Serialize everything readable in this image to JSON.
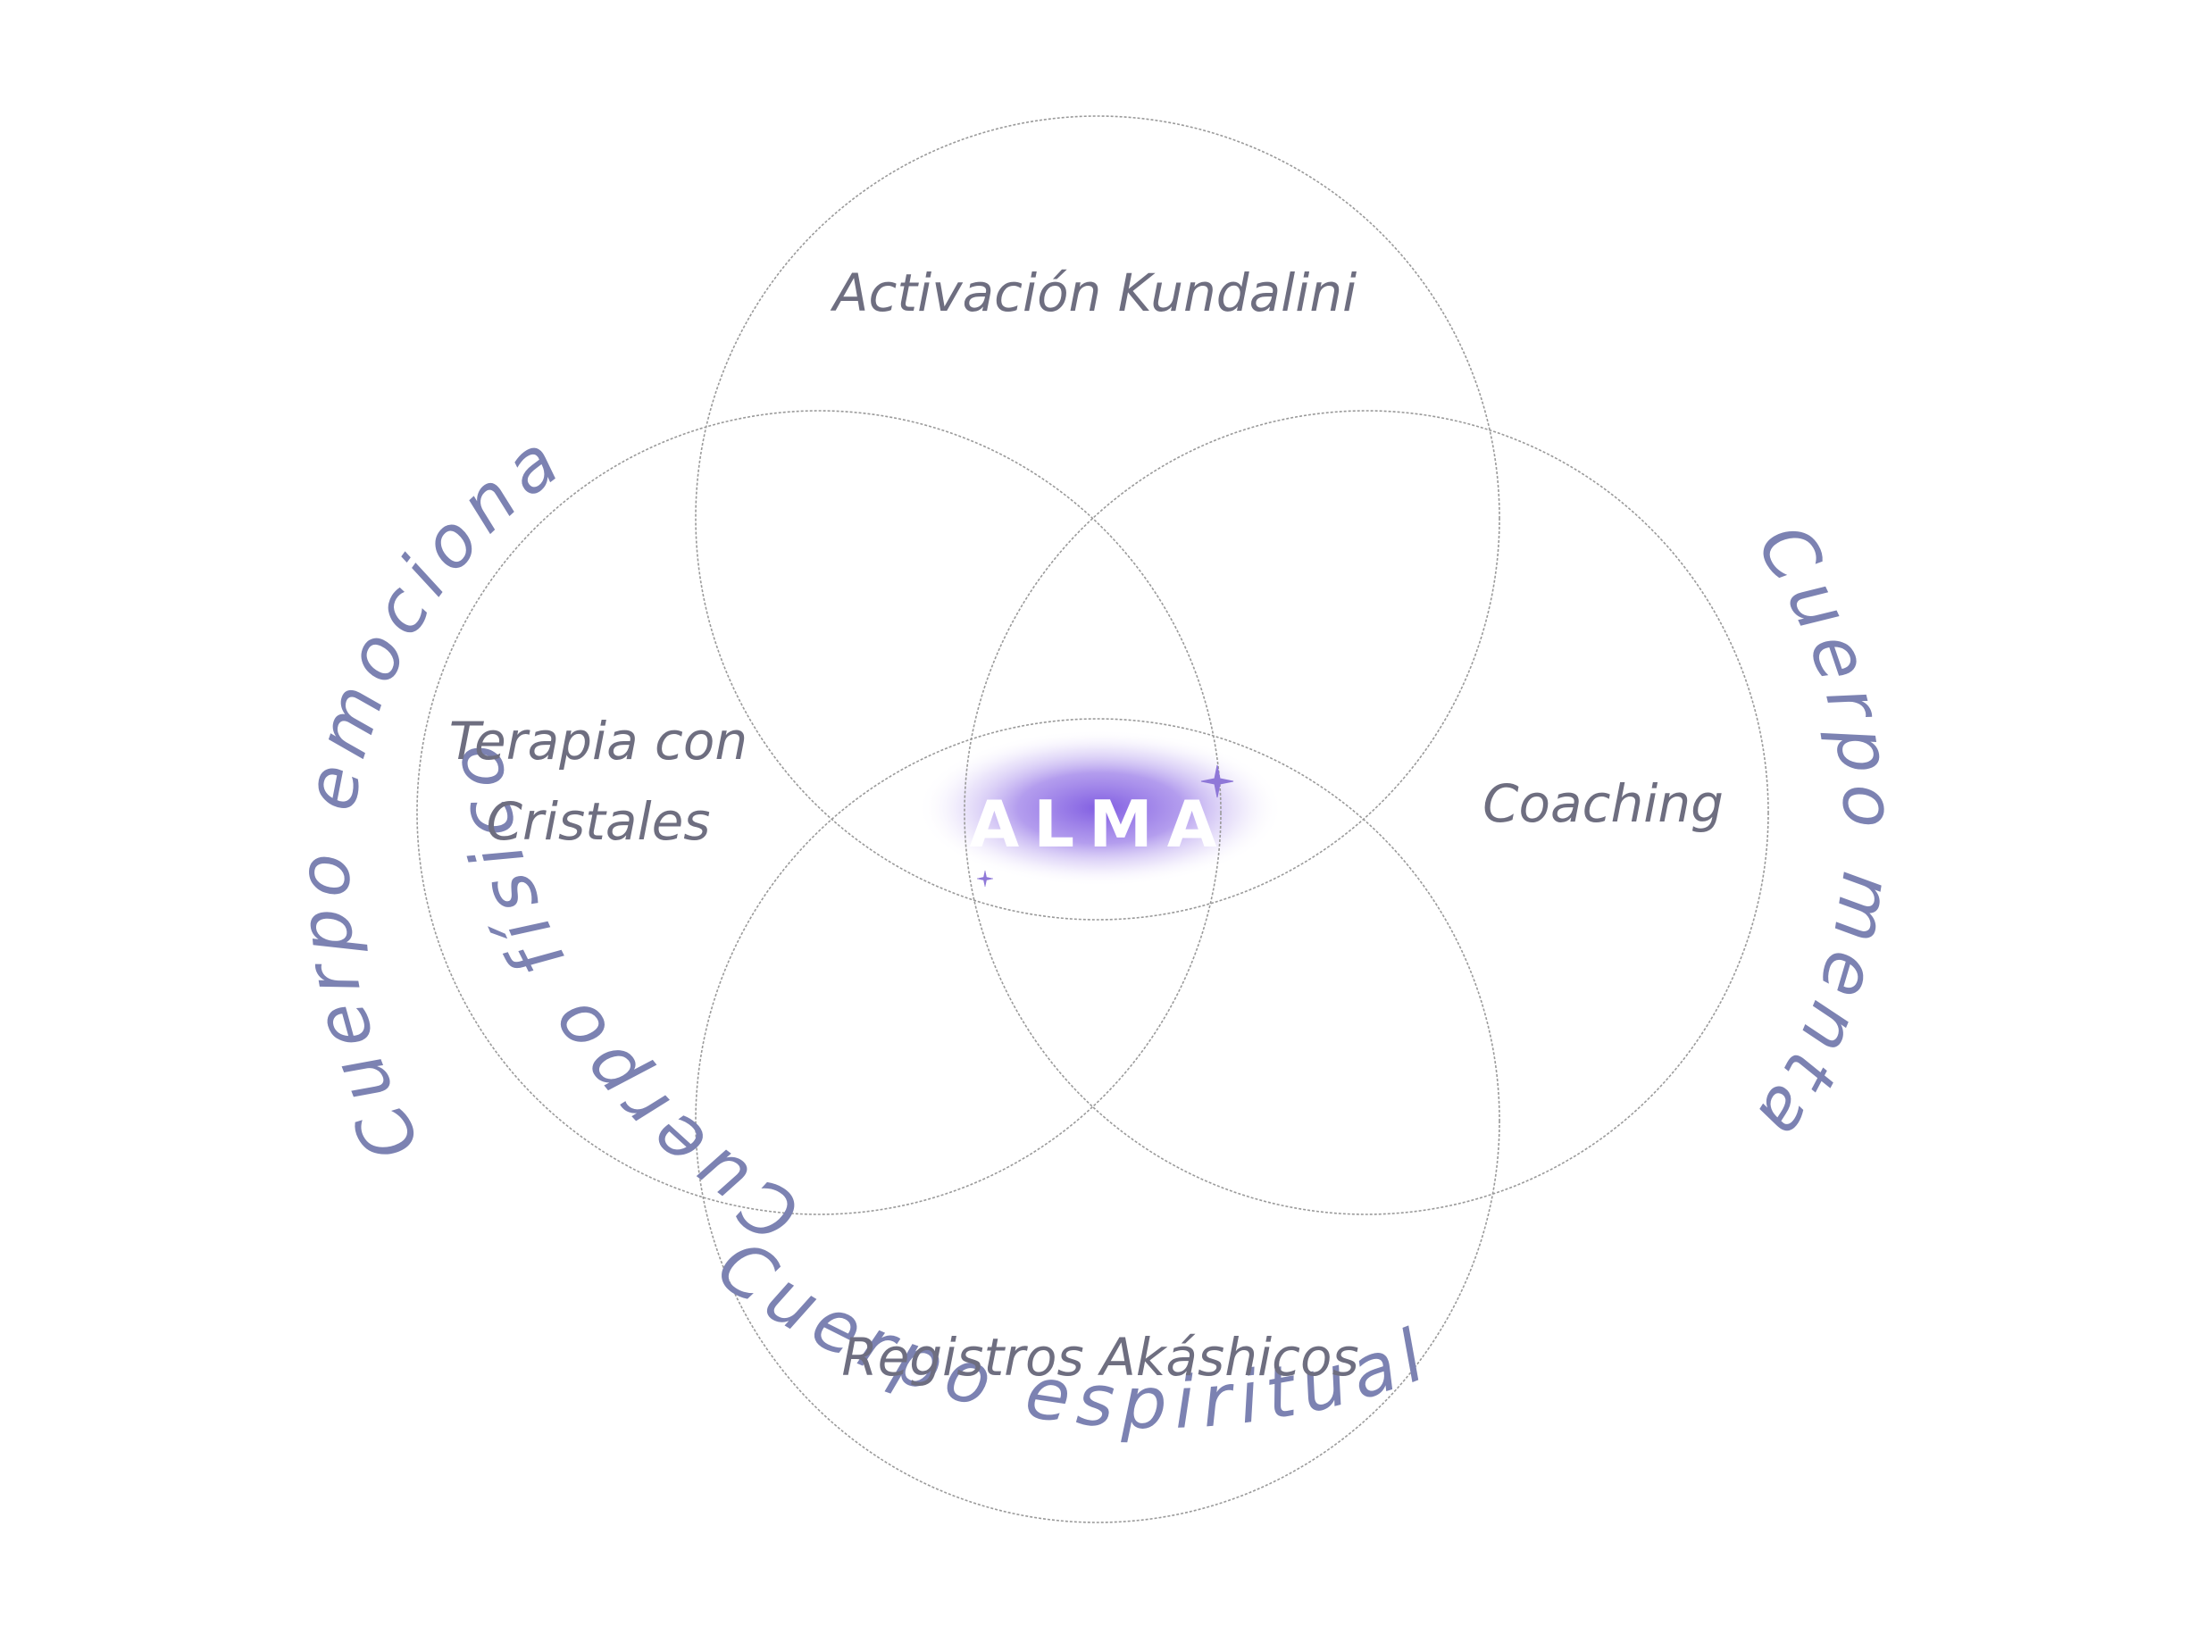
{
  "bodies": {
    "top": "Cuerpo físico",
    "left": "Cuerpo emocional",
    "right": "Cuerpo mental",
    "bottom": "Cuerpo espiritual"
  },
  "therapies": {
    "top": "Activación Kundalini",
    "left_line1": "Terapia con",
    "left_line2": "Cristales",
    "right": "Coaching",
    "bottom": "Registros Akáshicos"
  },
  "center": "ALMA",
  "colors": {
    "arc_label": "#7c82b2",
    "inner_label": "#6e6e80",
    "ring": "#9a9a9a",
    "glow": "#7a55e0"
  }
}
